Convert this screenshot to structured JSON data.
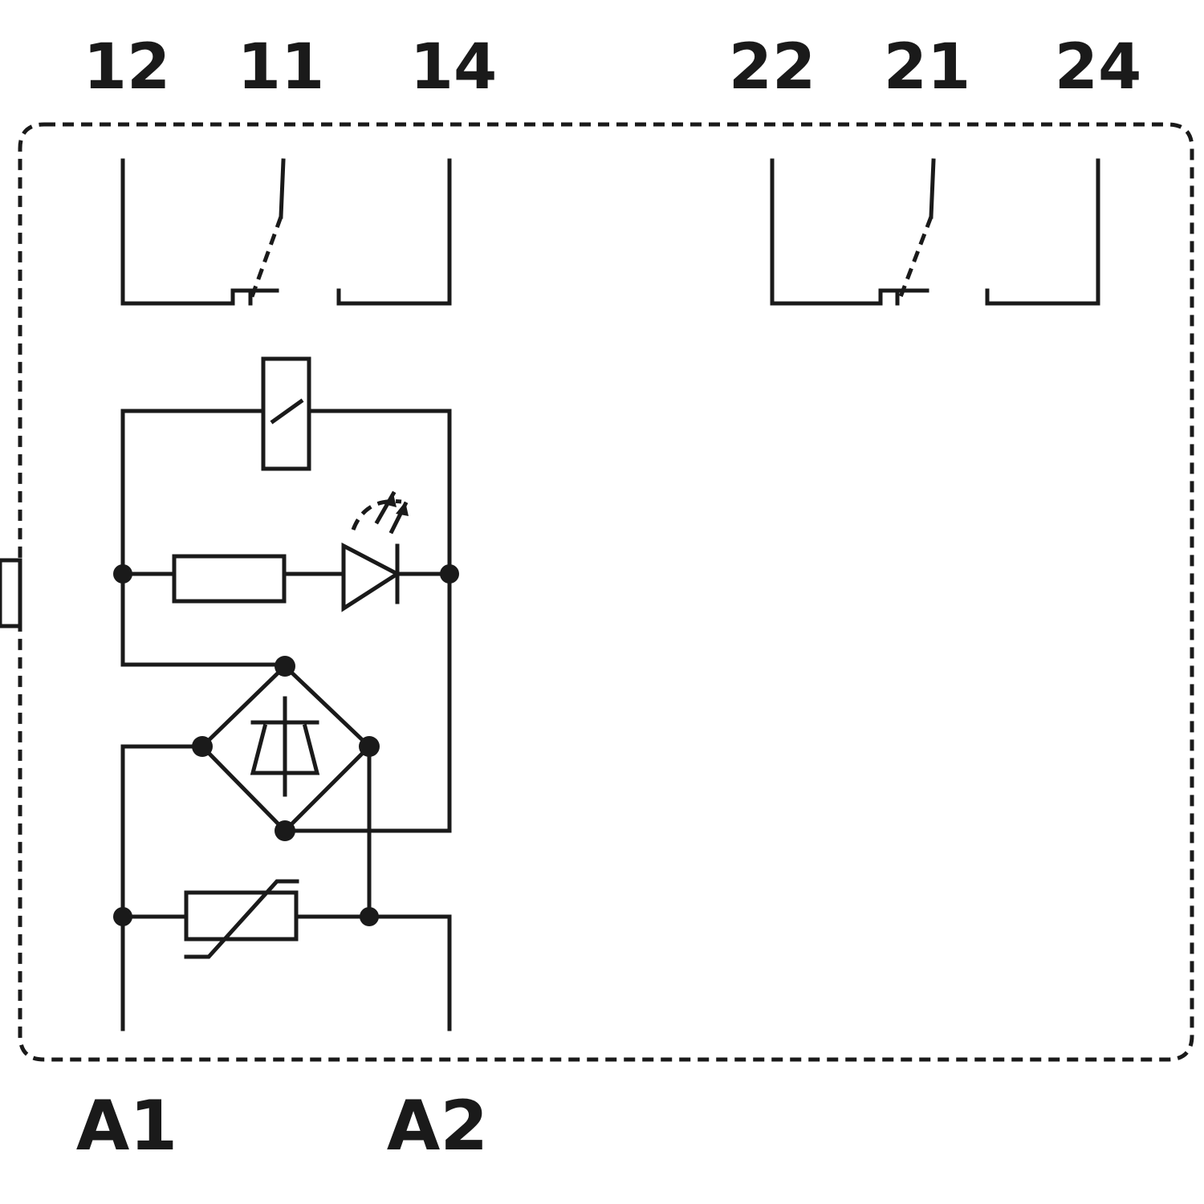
{
  "terminals": {
    "t12": "12",
    "t11": "11",
    "t14": "14",
    "t22": "22",
    "t21": "21",
    "t24": "24",
    "a1": "A1",
    "a2": "A2"
  },
  "colors": {
    "line": "#1a1a1a",
    "background": "#ffffff"
  }
}
